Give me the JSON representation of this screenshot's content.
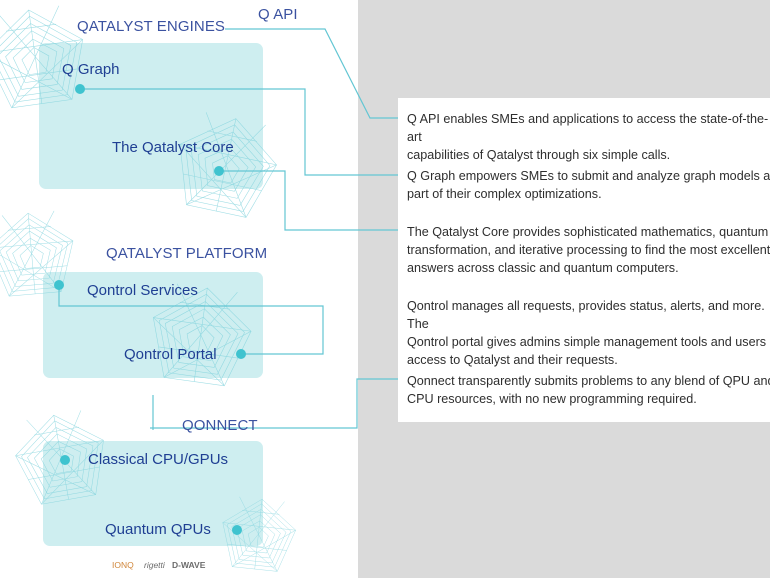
{
  "sections": {
    "engines_title": "QATALYST ENGINES",
    "platform_title": "QATALYST PLATFORM",
    "qonnect_title": "QONNECT",
    "qapi_title": "Q API"
  },
  "nodes": {
    "q_graph": "Q Graph",
    "qatalyst_core": "The Qatalyst Core",
    "qontrol_services": "Qontrol Services",
    "qontrol_portal": "Qontrol Portal",
    "classical_cpu": "Classical CPU/GPUs",
    "quantum_qpus": "Quantum QPUs"
  },
  "descriptions": [
    "Q API  enables SMEs and applications to access the state-of-the-art\ncapabilities of Qatalyst through six simple calls.",
    "Q Graph empowers SMEs to submit and analyze graph models as\npart of their complex optimizations.",
    "The Qatalyst Core provides sophisticated mathematics, quantum\ntransformation, and iterative processing to find the most excellent\nanswers across classic and quantum computers.",
    "Qontrol manages all requests, provides status, alerts, and more. The\nQontrol portal gives admins simple management tools and users\naccess to Qatalyst and their requests.",
    "Qonnect transparently submits problems to any blend of QPU and\nCPU resources, with no new programming required."
  ],
  "partner_logos": [
    "IONQ",
    "rigetti",
    "D-WAVE"
  ],
  "colors": {
    "panel": "#c9ecee",
    "accent": "#3fc3cf",
    "title": "#3b52a0",
    "label": "#1f3f93",
    "right_background": "#dadada"
  }
}
